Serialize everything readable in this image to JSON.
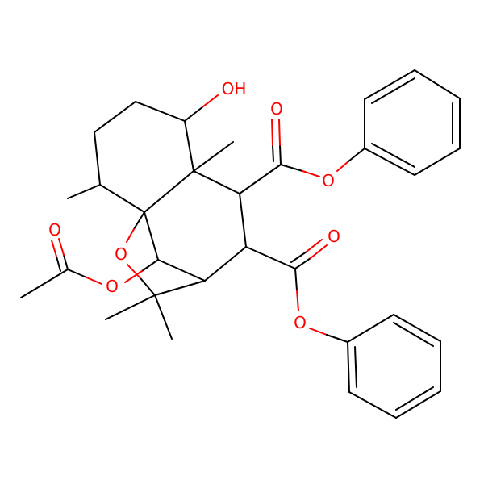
{
  "structure": {
    "atom_color_oxygen": "#ff0000",
    "bond_color": "#000000",
    "background": "#ffffff",
    "labels": {
      "hydroxyl": "OH",
      "o_carbonyl_1": "O",
      "o_ester_1": "O",
      "o_carbonyl_2": "O",
      "o_ester_2": "O",
      "o_bridge": "O",
      "o_acetate_ester": "O",
      "o_acetate_carbonyl": "O"
    }
  }
}
